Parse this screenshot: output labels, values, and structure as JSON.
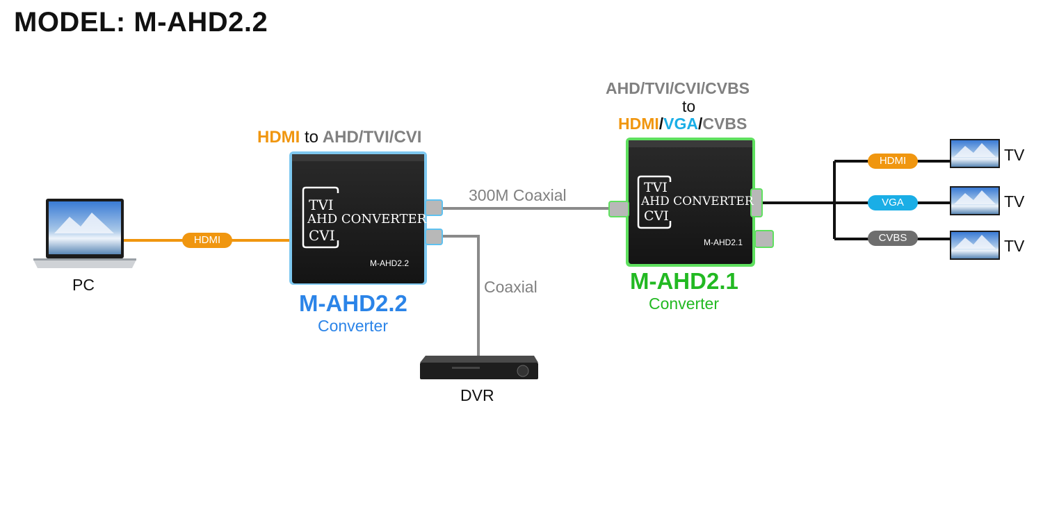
{
  "title": "MODEL: M-AHD2.2",
  "colors": {
    "hdmi": "#f0960f",
    "vga": "#1aaee6",
    "cvbs": "#6e6e6e",
    "coax": "#8a8a8a",
    "m_ahd22": "#2b84e8",
    "m_ahd21": "#22b922"
  },
  "source": {
    "label": "PC",
    "icon": "laptop-icon"
  },
  "link_pc": {
    "label": "HDMI"
  },
  "converter_a": {
    "caption_parts": {
      "from": "HDMI",
      "to": "to",
      "dest": "AHD/TVI/CVI"
    },
    "device_lines": [
      "TVI",
      "AHD CONVERTER",
      "CVI"
    ],
    "device_model": "M-AHD2.2",
    "name": "M-AHD2.2",
    "subtitle": "Converter"
  },
  "link_coax_main": {
    "label": "300M Coaxial"
  },
  "link_coax_dvr": {
    "label": "Coaxial"
  },
  "dvr": {
    "label": "DVR",
    "icon": "dvr-icon"
  },
  "converter_b": {
    "caption_line1": "AHD/TVI/CVI/CVBS",
    "caption_line2": "to",
    "caption_line3": {
      "hdmi": "HDMI",
      "sep1": "/",
      "vga": "VGA",
      "sep2": "/",
      "cvbs": "CVBS"
    },
    "device_lines": [
      "TVI",
      "AHD CONVERTER",
      "CVI"
    ],
    "device_model": "M-AHD2.1",
    "name": "M-AHD2.1",
    "subtitle": "Converter"
  },
  "outputs": [
    {
      "pill": "HDMI",
      "label": "TV",
      "icon": "tv-icon"
    },
    {
      "pill": "VGA",
      "label": "TV",
      "icon": "tv-icon"
    },
    {
      "pill": "CVBS",
      "label": "TV",
      "icon": "tv-icon"
    }
  ]
}
